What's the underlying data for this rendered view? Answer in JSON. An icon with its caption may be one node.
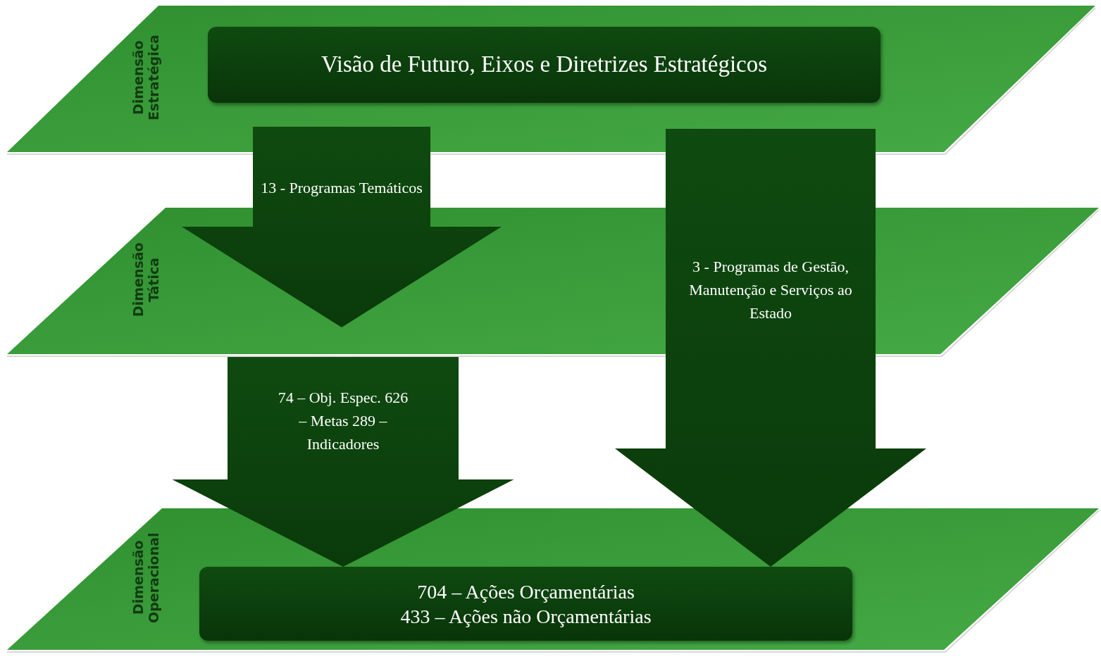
{
  "diagram": {
    "nodes": [
      {
        "text": [
          "Dimensão Estratégica"
        ]
      },
      {
        "text": [
          "Visão de Futuro, Eixos e Diretrizes Estratégicos"
        ],
        "in": 0
      },
      {
        "text": [
          "Dimensão Tática"
        ]
      },
      {
        "text": [
          "Dimensão Operacional"
        ]
      },
      {
        "text": [
          "704 – Ações Orçamentárias",
          "433 – Ações não Orçamentárias"
        ],
        "in": 3
      }
    ],
    "edges": [
      {
        "from": 1,
        "to": 2,
        "arrow": "to",
        "label": "13 - Programas Temáticos"
      },
      {
        "from": 1,
        "to": 4,
        "arrow": "to",
        "label": "3 - Programas de Gestão, Manutenção e Serviços ao Estado"
      },
      {
        "from": 2,
        "to": 4,
        "arrow": "to",
        "label": "74 – Obj. Espec. 626 – Metas 289 – Indicadores"
      }
    ]
  }
}
